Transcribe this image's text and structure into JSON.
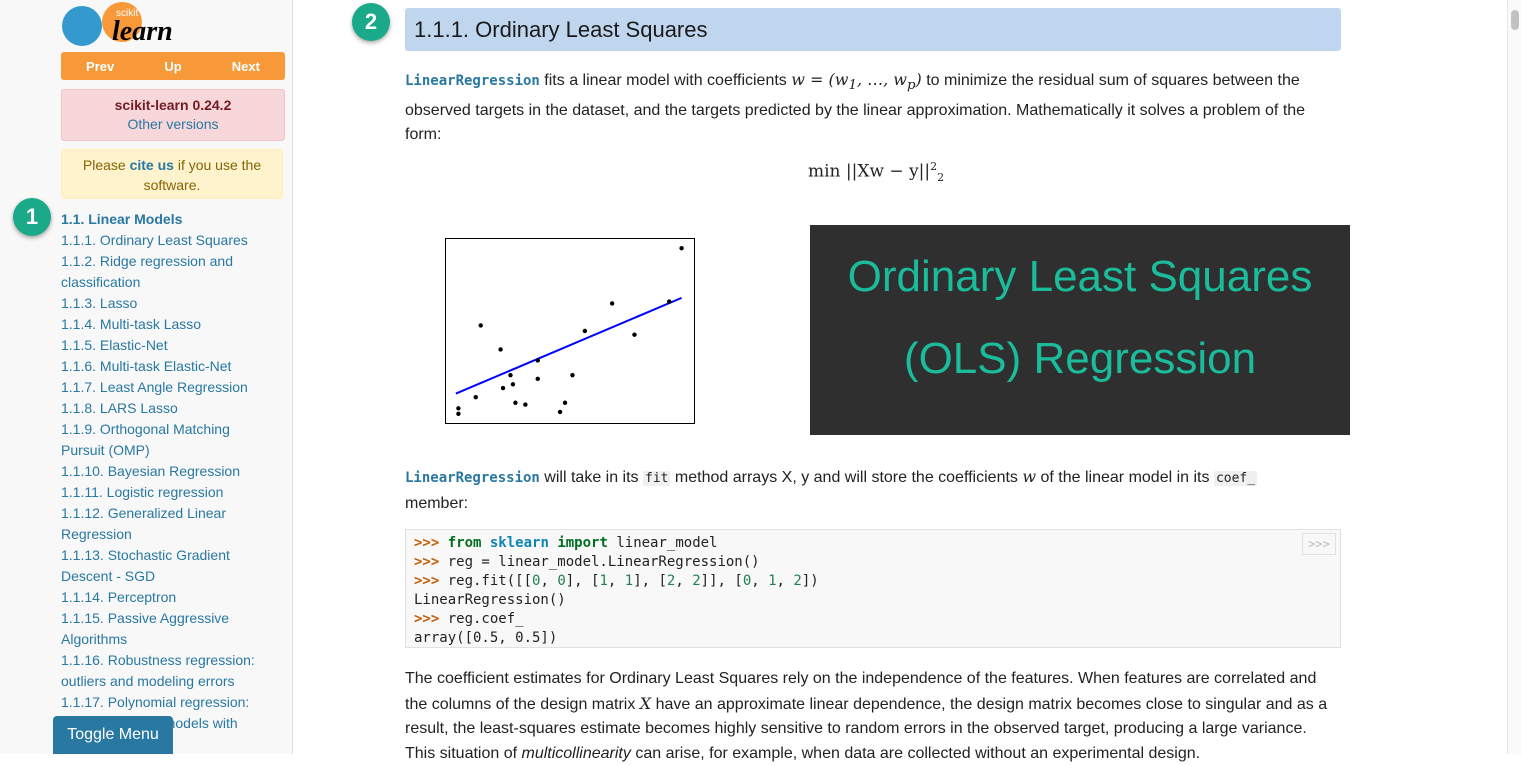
{
  "sidebar": {
    "logo": {
      "line1": "scikit",
      "line2": "learn"
    },
    "nav": {
      "prev": "Prev",
      "up": "Up",
      "next": "Next"
    },
    "version": {
      "label": "scikit-learn 0.24.2",
      "other": "Other versions"
    },
    "cite": {
      "prefix": "Please ",
      "link": "cite us",
      "suffix": " if you use the software."
    },
    "toc": [
      "1.1. Linear Models",
      "1.1.1. Ordinary Least Squares",
      "1.1.2. Ridge regression and classification",
      "1.1.3. Lasso",
      "1.1.4. Multi-task Lasso",
      "1.1.5. Elastic-Net",
      "1.1.6. Multi-task Elastic-Net",
      "1.1.7. Least Angle Regression",
      "1.1.8. LARS Lasso",
      "1.1.9. Orthogonal Matching Pursuit (OMP)",
      "1.1.10. Bayesian Regression",
      "1.1.11. Logistic regression",
      "1.1.12. Generalized Linear Regression",
      "1.1.13. Stochastic Gradient Descent - SGD",
      "1.1.14. Perceptron",
      "1.1.15. Passive Aggressive Algorithms",
      "1.1.16. Robustness regression: outliers and modeling errors",
      "1.1.17. Polynomial regression: extending linear models with"
    ],
    "toggle": "Toggle Menu"
  },
  "badges": {
    "one": "1",
    "two": "2"
  },
  "heading": "1.1.1. Ordinary Least Squares",
  "para1": {
    "cls": "LinearRegression",
    "text1": " fits a linear model with coefficients ",
    "math1": "w = (w",
    "text2": " to minimize the residual sum of squares between the observed targets in the dataset, and the targets predicted by the linear approximation. Mathematically it solves a problem of the form:"
  },
  "formula": "min ||Xw − y||",
  "banner": {
    "line1": "Ordinary Least Squares",
    "line2": "(OLS) Regression"
  },
  "para2": {
    "cls": "LinearRegression",
    "t1": " will take in its ",
    "fit": "fit",
    "t2": " method arrays X, y and will store the coefficients ",
    "w": "w",
    "t3": " of the linear model in its ",
    "coef": "coef_",
    "t4": " member:"
  },
  "code": {
    "copy": ">>>"
  },
  "para3": {
    "t1": "The coefficient estimates for Ordinary Least Squares rely on the independence of the features. When features are correlated and the columns of the design matrix ",
    "x": "X",
    "t2": " have an approximate linear dependence, the design matrix becomes close to singular and as a result, the least-squares estimate becomes highly sensitive to random errors in the observed target, producing a large variance. This situation of ",
    "em": "multicollinearity",
    "t3": " can arise, for example, when data are collected without an experimental design."
  },
  "colors": {
    "accent": "#f89939",
    "link": "#2878a2",
    "teal": "#1bbc9b",
    "heading_bg": "#c0d6ee"
  },
  "chart_data": {
    "type": "scatter",
    "points": [
      [
        0.05,
        0.05
      ],
      [
        0.05,
        0.08
      ],
      [
        0.12,
        0.14
      ],
      [
        0.14,
        0.53
      ],
      [
        0.22,
        0.4
      ],
      [
        0.23,
        0.19
      ],
      [
        0.26,
        0.26
      ],
      [
        0.27,
        0.21
      ],
      [
        0.28,
        0.11
      ],
      [
        0.32,
        0.1
      ],
      [
        0.37,
        0.34
      ],
      [
        0.37,
        0.24
      ],
      [
        0.46,
        0.06
      ],
      [
        0.48,
        0.11
      ],
      [
        0.51,
        0.26
      ],
      [
        0.56,
        0.5
      ],
      [
        0.67,
        0.65
      ],
      [
        0.76,
        0.48
      ],
      [
        0.9,
        0.66
      ],
      [
        0.95,
        0.95
      ]
    ],
    "line": [
      [
        0.04,
        0.16
      ],
      [
        0.95,
        0.68
      ]
    ]
  }
}
